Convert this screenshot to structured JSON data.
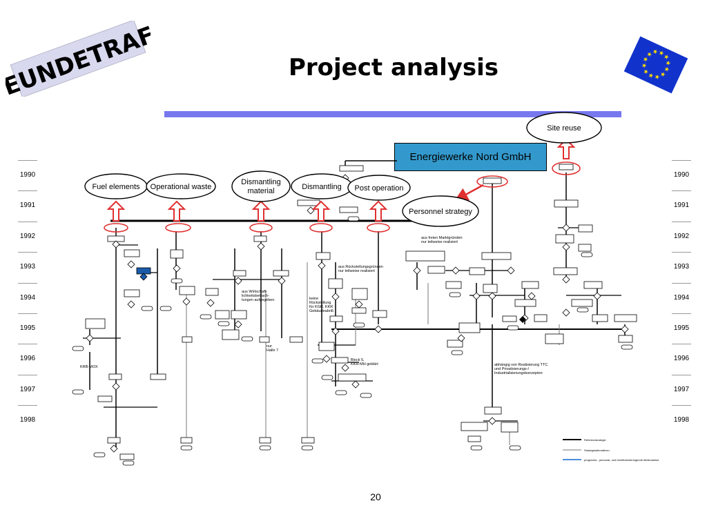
{
  "logo": {
    "text": "EUNDETRAF"
  },
  "title": "Project analysis",
  "page_number": "20",
  "company": "Energiewerke Nord GmbH",
  "years": [
    "1990",
    "1991",
    "1992",
    "1993",
    "1994",
    "1995",
    "1996",
    "1997",
    "1998"
  ],
  "categories": {
    "fuel": "Fuel elements",
    "waste": "Operational waste",
    "dism_material_1": "Dismantling",
    "dism_material_2": "material",
    "dismantling": "Dismantling",
    "post": "Post operation",
    "personnel": "Personnel strategy",
    "site": "Site reuse"
  },
  "annotations": {
    "a1_1": "aus freien Marktgründen",
    "a1_2": "nur teilweise realisiert",
    "a2_1": "aus Rückstellungsgründen",
    "a2_2": "nur teilweise realisiert",
    "a3_1": "aus Wirtschaft-",
    "a3_2": "lichkeitsbetrach-",
    "a3_3": "tungen aufgegeben",
    "a4_1": "keine",
    "a4_2": "Rückstellung",
    "a4_3": "für KGR, KKR",
    "a4_4": "Gebäudeabriß",
    "a5_1": "nur",
    "a5_2": "Halle 7",
    "a6_1": "Block 5,",
    "a6_2": "KKR-MH geklärt",
    "a7_1": "abhängig von Realisierung TTC",
    "a7_2": "und Privatisierungs-/",
    "a7_3": "Industrialisierungskonzepten",
    "krb": "KRB-MOX"
  },
  "legend": [
    {
      "label": "Referenzstrategie",
      "color": "#000000"
    },
    {
      "label": "Strategiealternativen",
      "color": "#777777"
    },
    {
      "label": "programm-, personal- und bereitbeeinbringende Meilensteine",
      "color": "#1166cc"
    }
  ],
  "colors": {
    "accent": "#7777ee",
    "arrow": "#e03030",
    "company_box": "#3399cc",
    "flag": "#1133cc",
    "stars": "#ffdd00"
  }
}
